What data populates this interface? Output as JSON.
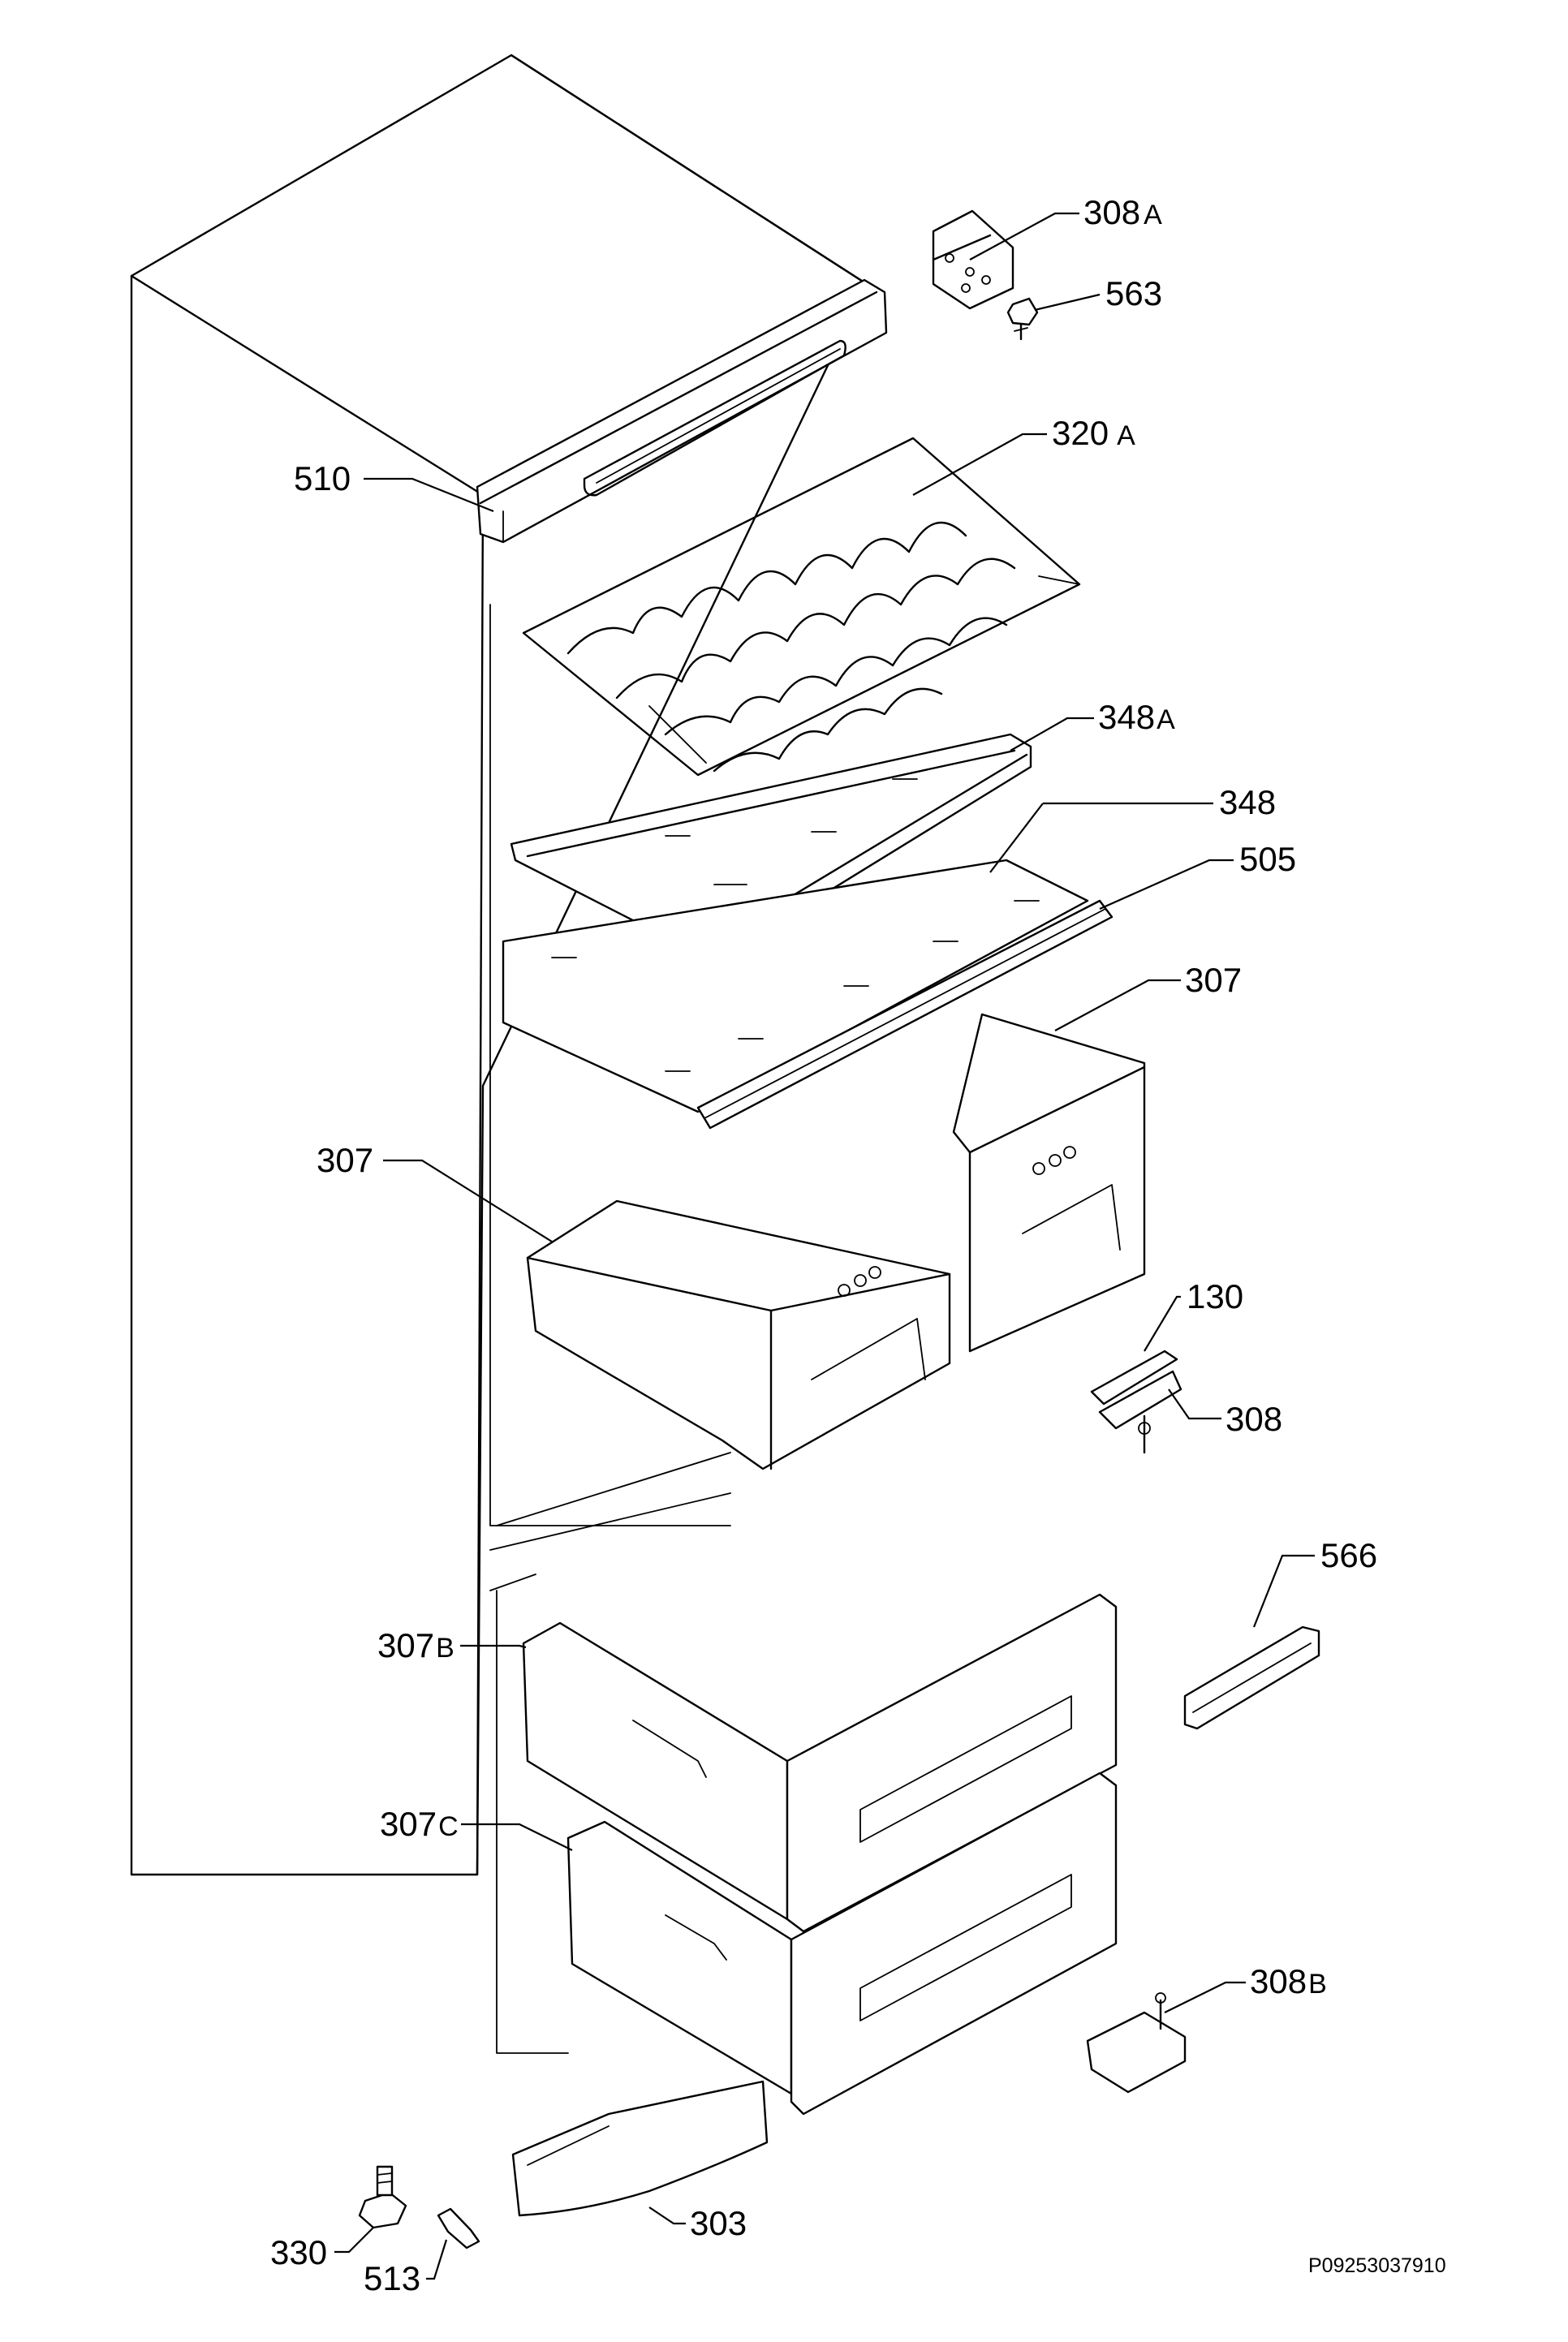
{
  "labels": {
    "l308a": {
      "num": "308",
      "suffix": "A"
    },
    "l563": {
      "num": "563"
    },
    "l320a": {
      "num": "320",
      "suffix": "A"
    },
    "l510": {
      "num": "510"
    },
    "l348a": {
      "num": "348",
      "suffix": "A"
    },
    "l348": {
      "num": "348"
    },
    "l505": {
      "num": "505"
    },
    "l307r": {
      "num": "307"
    },
    "l307l": {
      "num": "307"
    },
    "l130": {
      "num": "130"
    },
    "l308": {
      "num": "308"
    },
    "l566": {
      "num": "566"
    },
    "l307b": {
      "num": "307",
      "suffix": "B"
    },
    "l307c": {
      "num": "307",
      "suffix": "C"
    },
    "l308b": {
      "num": "308",
      "suffix": "B"
    },
    "l330": {
      "num": "330"
    },
    "l513": {
      "num": "513"
    },
    "l303": {
      "num": "303"
    }
  },
  "doc_id": "P09253037910"
}
